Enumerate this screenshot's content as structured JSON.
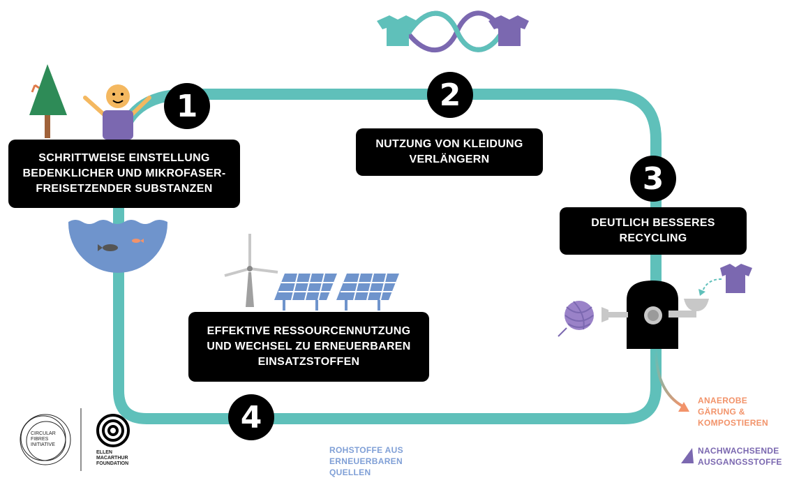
{
  "steps": [
    {
      "number": "1",
      "text": "SCHRITTWEISE EINSTELLUNG BEDENKLICHER UND MIKROFASER-FREISETZENDER SUBSTANZEN"
    },
    {
      "number": "2",
      "text": "NUTZUNG VON KLEIDUNG VERLÄNGERN"
    },
    {
      "number": "3",
      "text": "DEUTLICH BESSERES RECYCLING"
    },
    {
      "number": "4",
      "text": "EFFEKTIVE RESSOURCENNUTZUNG UND WECHSEL ZU ERNEUERBAREN EINSATZSTOFFEN"
    }
  ],
  "outputs": {
    "anaerobic": "ANAEROBE GÄRUNG & KOMPOSTIEREN",
    "renewable_feedstock": "NACHWACHSENDE AUSGANGSSTOFFE",
    "renewable_sources": "ROHSTOFFE AUS ERNEUERBAREN QUELLEN"
  },
  "logos": {
    "cfi": "CIRCULAR FIBRES INITIATIVE",
    "emf": "ELLEN MACARTHUR FOUNDATION"
  },
  "colors": {
    "loop": "#5fc0ba",
    "box": "#000000",
    "orange": "#f2936a",
    "purple": "#7b68b0",
    "blue": "#7f9fd6",
    "tree": "#2e8b57"
  }
}
